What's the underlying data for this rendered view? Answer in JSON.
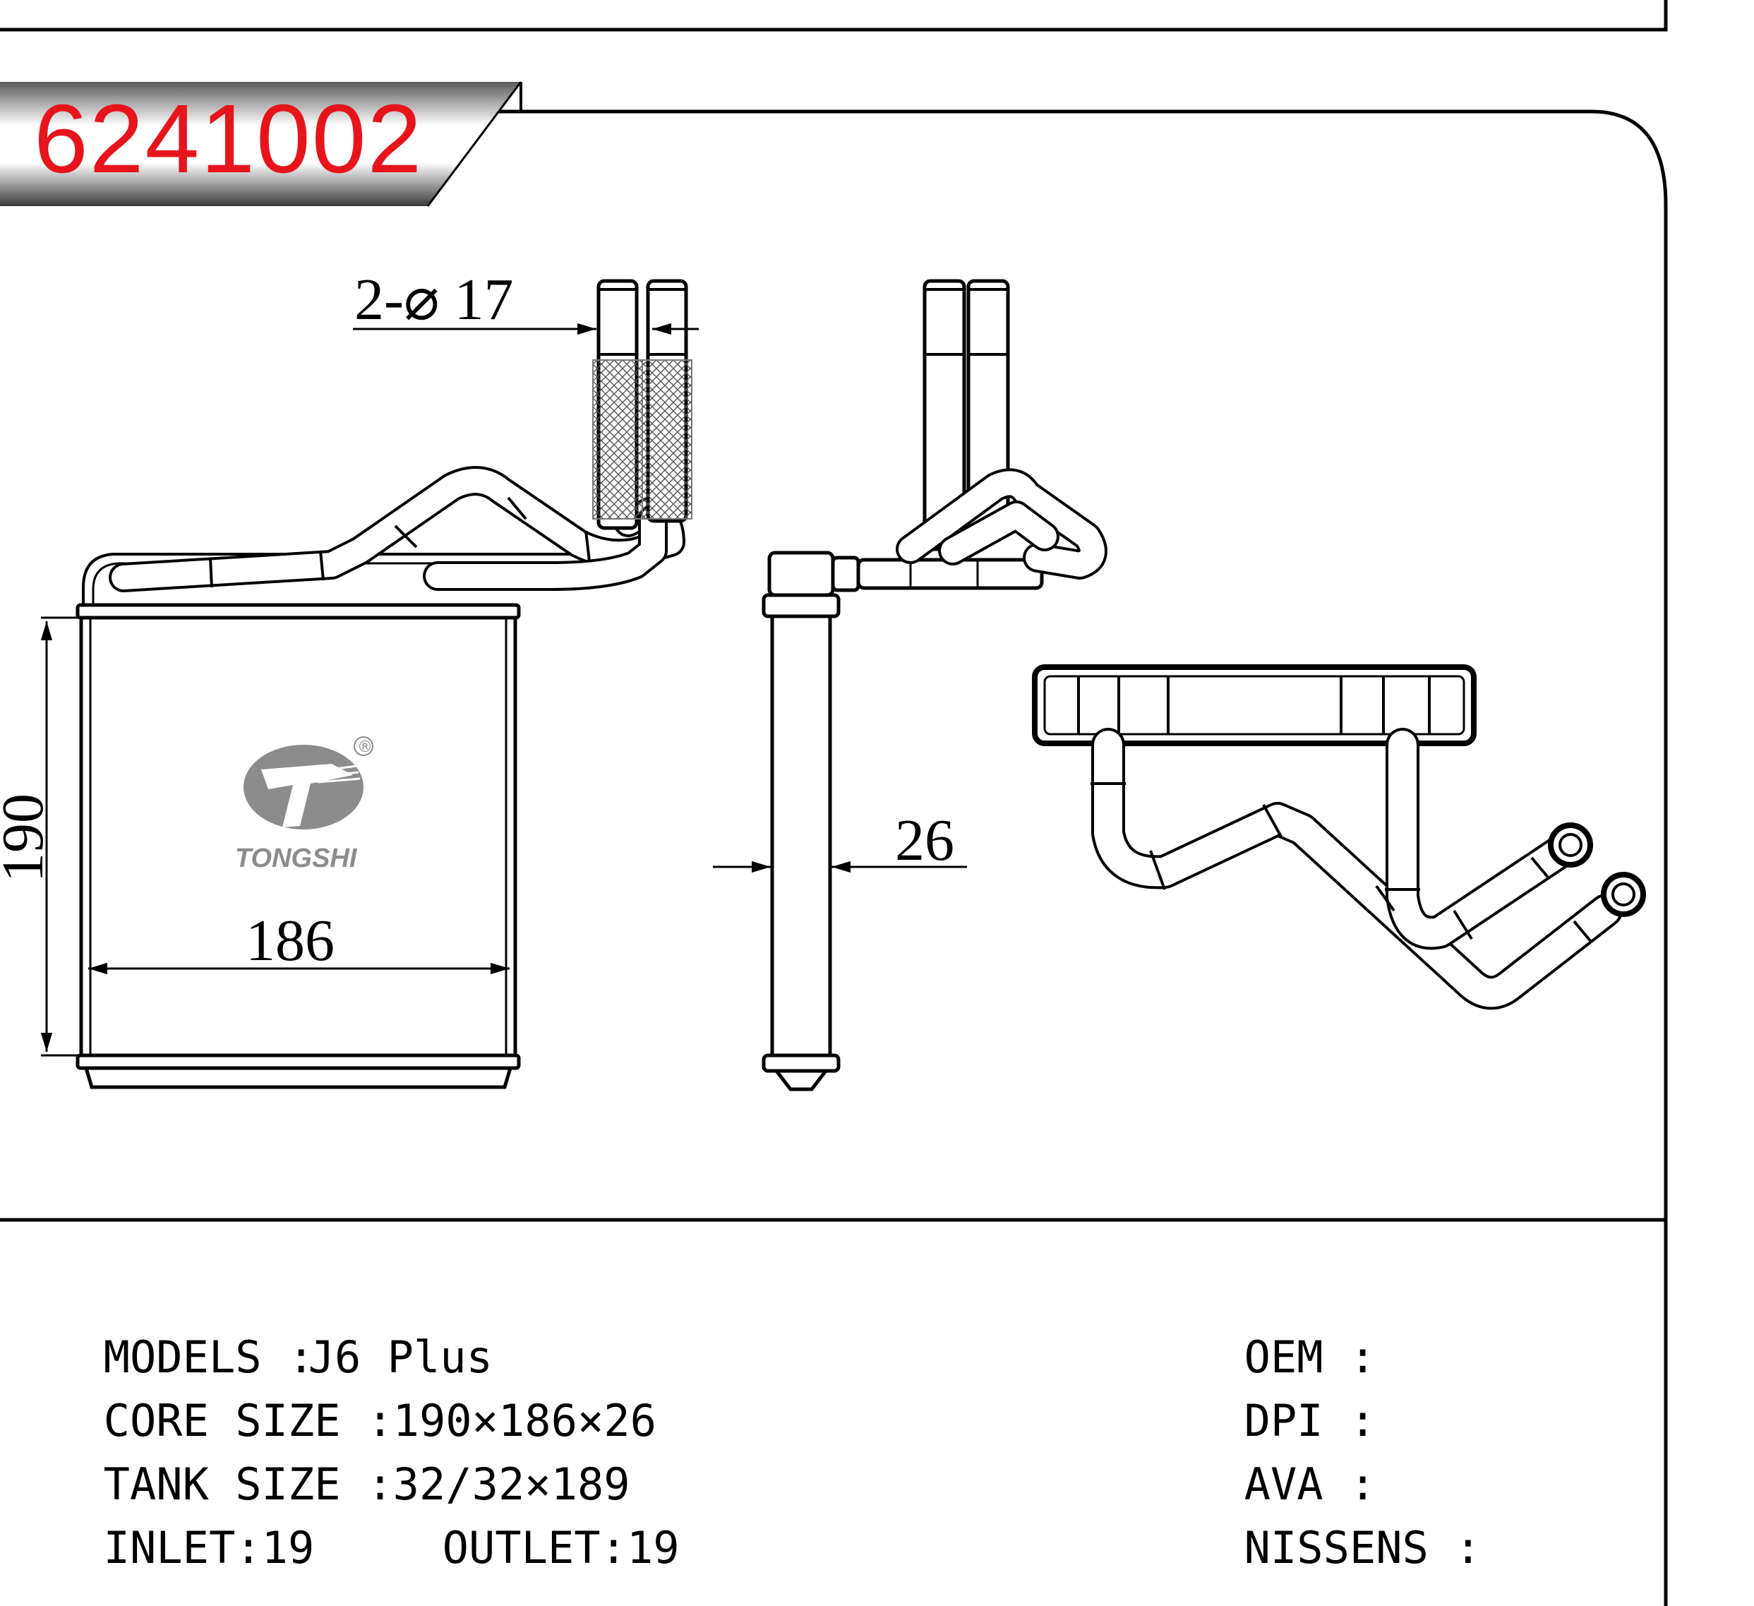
{
  "part_number": "6241002",
  "brand": "TONGSHI",
  "registered_mark": "®",
  "dimensions": {
    "inlet_outlet": "2-⌀ 17",
    "height": "190",
    "width": "186",
    "depth": "26"
  },
  "specs_left": [
    {
      "label": "MODELS :",
      "value": "J6 Plus"
    },
    {
      "label": "CORE SIZE :",
      "value": "190×186×26"
    },
    {
      "label": "TANK SIZE :",
      "value": "32/32×189"
    }
  ],
  "inlet": {
    "label": "INLET:",
    "value": "19"
  },
  "outlet": {
    "label": "OUTLET:",
    "value": "19"
  },
  "specs_right": [
    {
      "label": "OEM :",
      "value": ""
    },
    {
      "label": "DPI :",
      "value": ""
    },
    {
      "label": "AVA :",
      "value": ""
    },
    {
      "label": "NISSENS :",
      "value": ""
    }
  ],
  "colors": {
    "part_number": "#e8141b",
    "banner_dark": "#3a3a3a",
    "logo_gray": "#8c8c8c"
  }
}
